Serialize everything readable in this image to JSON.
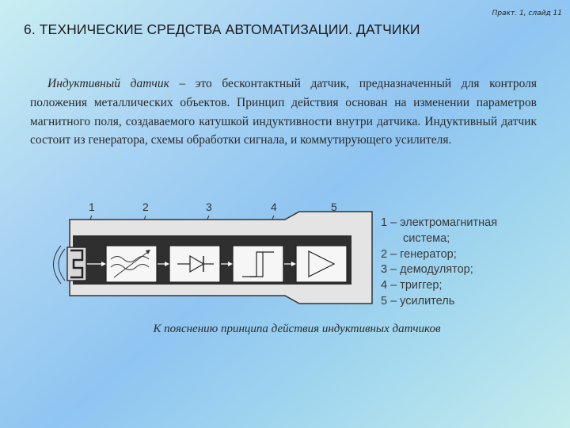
{
  "slide": {
    "note": "Практ. 1, слайд 11",
    "title": "6. ТЕХНИЧЕСКИЕ СРЕДСТВА АВТОМАТИЗАЦИИ. ДАТЧИКИ",
    "paragraph": {
      "term": "Индуктивный датчик",
      "text": " – это бесконтактный датчик, предназначенный для контроля положения металлических объектов. Принцип действия основан на изменении параметров магнитного поля, создаваемого катушкой индуктивности внутри датчика. Индуктивный датчик состоит из генератора, схемы обработки сигнала, и коммутирующего усилителя."
    },
    "diagram": {
      "labels": [
        "1",
        "2",
        "3",
        "4",
        "5"
      ]
    },
    "legend": [
      "1 – электромагнитная",
      "система;",
      "2 – генератор;",
      "3 – демодулятор;",
      "4 – триггер;",
      "5 – усилитель"
    ],
    "caption": "К пояснению принципа действия индуктивных датчиков"
  }
}
